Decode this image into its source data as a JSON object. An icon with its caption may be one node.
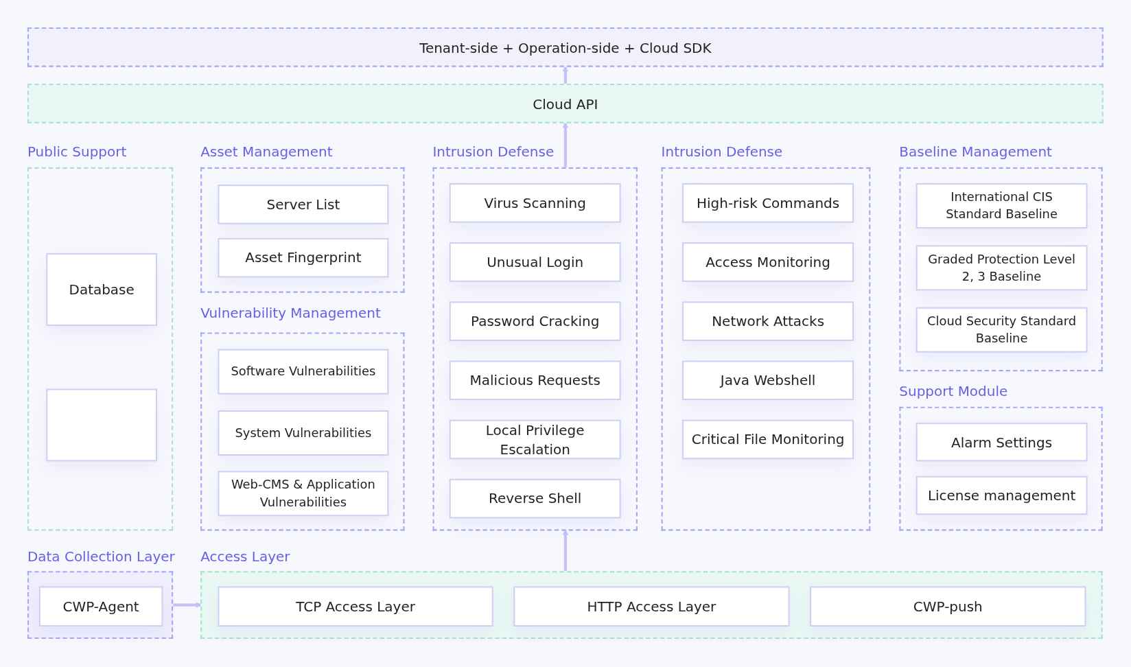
{
  "diagram": {
    "nodes": [
      {
        "text": [
          "Tenant-side + Operation-side + Cloud SDK"
        ]
      },
      {
        "text": [
          "Cloud API"
        ]
      },
      {
        "text": [
          "Public Support"
        ]
      },
      {
        "text": [
          "Database"
        ],
        "in": 2
      },
      {
        "text": [],
        "shape": "box",
        "in": 2
      },
      {
        "text": [
          "Asset Management"
        ]
      },
      {
        "text": [
          "Server List"
        ],
        "in": 5
      },
      {
        "text": [
          "Asset Fingerprint"
        ],
        "in": 5
      },
      {
        "text": [
          "Vulnerability Management"
        ]
      },
      {
        "text": [
          "Software Vulnerabilities"
        ],
        "in": 8
      },
      {
        "text": [
          "System Vulnerabilities"
        ],
        "in": 8
      },
      {
        "text": [
          "Web-CMS & Application Vulnerabilities"
        ],
        "in": 8
      },
      {
        "text": [
          "Intrusion Defense"
        ]
      },
      {
        "text": [
          "Virus Scanning"
        ],
        "in": 12
      },
      {
        "text": [
          "Unusual Login"
        ],
        "in": 12
      },
      {
        "text": [
          "Password Cracking"
        ],
        "in": 12
      },
      {
        "text": [
          "Malicious Requests"
        ],
        "in": 12
      },
      {
        "text": [
          "Local Privilege Escalation"
        ],
        "in": 12
      },
      {
        "text": [
          "Reverse Shell"
        ],
        "in": 12
      },
      {
        "text": [
          "Intrusion Defense"
        ]
      },
      {
        "text": [
          "High-risk Commands"
        ],
        "in": 19
      },
      {
        "text": [
          "Access Monitoring"
        ],
        "in": 19
      },
      {
        "text": [
          "Network Attacks"
        ],
        "in": 19
      },
      {
        "text": [
          "Java Webshell"
        ],
        "in": 19
      },
      {
        "text": [
          "Critical File Monitoring"
        ],
        "in": 19
      },
      {
        "text": [
          "Baseline Management"
        ]
      },
      {
        "text": [
          "International CIS Standard Baseline"
        ],
        "in": 25
      },
      {
        "text": [
          "Graded Protection Level 2, 3 Baseline"
        ],
        "in": 25
      },
      {
        "text": [
          "Cloud Security Standard Baseline"
        ],
        "in": 25
      },
      {
        "text": [
          "Support Module"
        ]
      },
      {
        "text": [
          "Alarm Settings"
        ],
        "in": 29
      },
      {
        "text": [
          "License management"
        ],
        "in": 29
      },
      {
        "text": [
          "Data Collection Layer"
        ]
      },
      {
        "text": [
          "CWP-Agent"
        ],
        "in": 32
      },
      {
        "text": [
          "Access Layer"
        ]
      },
      {
        "text": [
          "TCP Access Layer"
        ],
        "in": 34
      },
      {
        "text": [
          "HTTP Access Layer"
        ],
        "in": 34
      },
      {
        "text": [
          "CWP-push"
        ],
        "in": 34
      }
    ],
    "edges": [
      {
        "from": 1,
        "to": 0,
        "arrow": "to"
      },
      {
        "from": 12,
        "to": 1,
        "arrow": "to"
      },
      {
        "from": 34,
        "to": 12,
        "arrow": "to"
      },
      {
        "from": 32,
        "to": 34,
        "arrow": "to"
      }
    ]
  }
}
